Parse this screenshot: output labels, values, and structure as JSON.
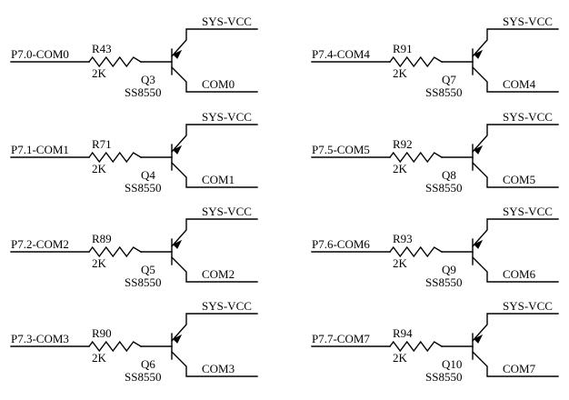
{
  "circuits": [
    {
      "port": "P7.0-COM0",
      "resistor": "R43",
      "resistance": "2K",
      "transistor": "Q3",
      "part": "SS8550",
      "supply": "SYS-VCC",
      "output": "COM0"
    },
    {
      "port": "P7.1-COM1",
      "resistor": "R71",
      "resistance": "2K",
      "transistor": "Q4",
      "part": "SS8550",
      "supply": "SYS-VCC",
      "output": "COM1"
    },
    {
      "port": "P7.2-COM2",
      "resistor": "R89",
      "resistance": "2K",
      "transistor": "Q5",
      "part": "SS8550",
      "supply": "SYS-VCC",
      "output": "COM2"
    },
    {
      "port": "P7.3-COM3",
      "resistor": "R90",
      "resistance": "2K",
      "transistor": "Q6",
      "part": "SS8550",
      "supply": "SYS-VCC",
      "output": "COM3"
    },
    {
      "port": "P7.4-COM4",
      "resistor": "R91",
      "resistance": "2K",
      "transistor": "Q7",
      "part": "SS8550",
      "supply": "SYS-VCC",
      "output": "COM4"
    },
    {
      "port": "P7.5-COM5",
      "resistor": "R92",
      "resistance": "2K",
      "transistor": "Q8",
      "part": "SS8550",
      "supply": "SYS-VCC",
      "output": "COM5"
    },
    {
      "port": "P7.6-COM6",
      "resistor": "R93",
      "resistance": "2K",
      "transistor": "Q9",
      "part": "SS8550",
      "supply": "SYS-VCC",
      "output": "COM6"
    },
    {
      "port": "P7.7-COM7",
      "resistor": "R94",
      "resistance": "2K",
      "transistor": "Q10",
      "part": "SS8550",
      "supply": "SYS-VCC",
      "output": "COM7"
    }
  ]
}
